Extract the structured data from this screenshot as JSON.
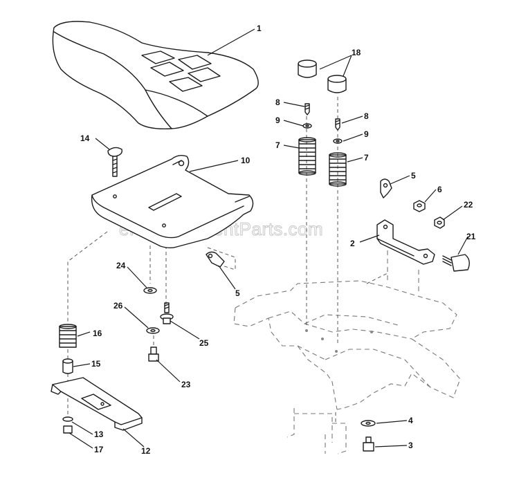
{
  "watermark": "eReplacementParts.com",
  "callouts": [
    {
      "id": "c1",
      "label": "1"
    },
    {
      "id": "c18",
      "label": "18"
    },
    {
      "id": "c8a",
      "label": "8"
    },
    {
      "id": "c9a",
      "label": "9"
    },
    {
      "id": "c7a",
      "label": "7"
    },
    {
      "id": "c8b",
      "label": "8"
    },
    {
      "id": "c9b",
      "label": "9"
    },
    {
      "id": "c7b",
      "label": "7"
    },
    {
      "id": "c14",
      "label": "14"
    },
    {
      "id": "c10",
      "label": "10"
    },
    {
      "id": "c5a",
      "label": "5"
    },
    {
      "id": "c6",
      "label": "6"
    },
    {
      "id": "c22",
      "label": "22"
    },
    {
      "id": "c2",
      "label": "2"
    },
    {
      "id": "c21",
      "label": "21"
    },
    {
      "id": "c5b",
      "label": "5"
    },
    {
      "id": "c24",
      "label": "24"
    },
    {
      "id": "c26",
      "label": "26"
    },
    {
      "id": "c25",
      "label": "25"
    },
    {
      "id": "c16",
      "label": "16"
    },
    {
      "id": "c15",
      "label": "15"
    },
    {
      "id": "c23",
      "label": "23"
    },
    {
      "id": "c13",
      "label": "13"
    },
    {
      "id": "c12",
      "label": "12"
    },
    {
      "id": "c17",
      "label": "17"
    },
    {
      "id": "c4",
      "label": "4"
    },
    {
      "id": "c3",
      "label": "3"
    }
  ]
}
